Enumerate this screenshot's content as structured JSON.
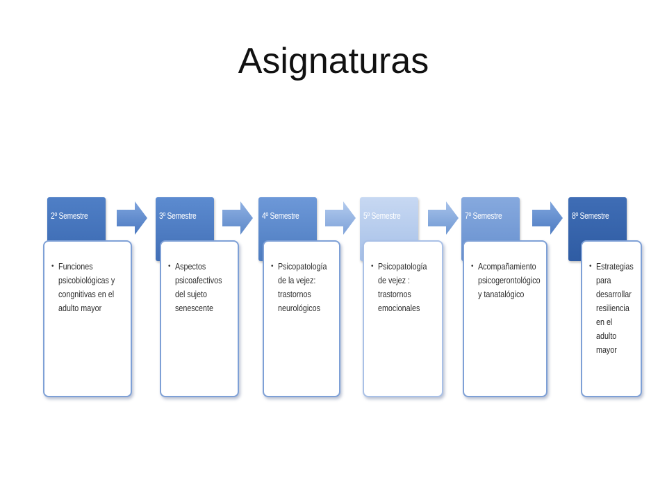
{
  "title": "Asignaturas",
  "stages": [
    {
      "label": "2º Semestre",
      "items": [
        "Funciones psicobiológicas y congnitivas en el adulto mayor"
      ]
    },
    {
      "label": "3º Semestre",
      "items": [
        "Aspectos psicoafectivos del sujeto senescente"
      ]
    },
    {
      "label": "4º Semestre",
      "items": [
        "Psicopatología de la vejez: trastornos neurológicos"
      ]
    },
    {
      "label": "5º Semestre",
      "items": [
        "Psicopatología de vejez : trastornos emocionales"
      ]
    },
    {
      "label": "7º Semestre",
      "items": [
        "Acompañamiento psicogerontológico y tanatalógico"
      ]
    },
    {
      "label": "8º Semestre",
      "items": [
        "Estrategias para desarrollar resiliencia en el adulto mayor"
      ]
    }
  ],
  "colors": {
    "tab_dark": "#3f6fb9",
    "tab_mid": "#6d95d3",
    "tab_light": "#b7cdee",
    "card_border": "#7ea0d6",
    "arrow_fill": "#5b8bd0"
  }
}
